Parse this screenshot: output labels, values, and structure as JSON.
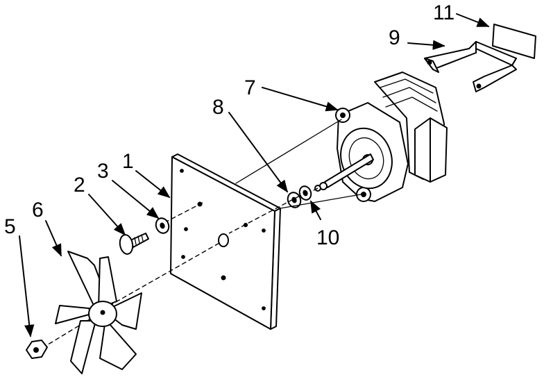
{
  "callouts": {
    "c1": "1",
    "c2": "2",
    "c3": "3",
    "c5": "5",
    "c6": "6",
    "c7": "7",
    "c8": "8",
    "c9": "9",
    "c10": "10",
    "c11": "11"
  }
}
